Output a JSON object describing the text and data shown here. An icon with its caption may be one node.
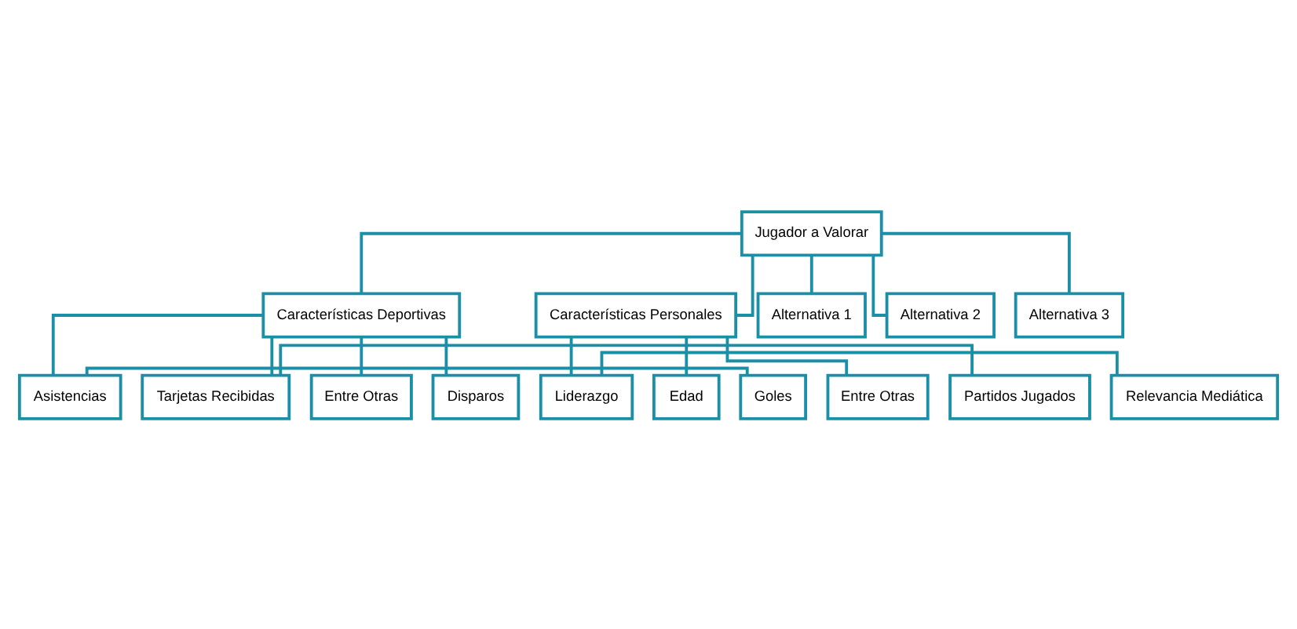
{
  "diagram": {
    "nodes": [
      {
        "text": [
          "Jugador a Valorar"
        ]
      },
      {
        "text": [
          "Características Deportivas"
        ]
      },
      {
        "text": [
          "Características Personales"
        ]
      },
      {
        "text": [
          "Goles"
        ]
      },
      {
        "text": [
          "Asistencias"
        ]
      },
      {
        "text": [
          "Entre Otras"
        ]
      },
      {
        "text": [
          "Edad"
        ]
      },
      {
        "text": [
          "Liderazgo"
        ]
      },
      {
        "text": [
          "Relevancia Mediática"
        ]
      },
      {
        "text": [
          "Partidos Jugados"
        ]
      },
      {
        "text": [
          "Tarjetas Recibidas"
        ]
      },
      {
        "text": [
          "Disparos"
        ]
      },
      {
        "text": [
          "Entre Otras"
        ]
      },
      {
        "text": [
          "Alternativa 1"
        ]
      },
      {
        "text": [
          "Alternativa 2"
        ]
      },
      {
        "text": [
          "Alternativa 3"
        ]
      }
    ],
    "edges": [
      {
        "from": 0,
        "to": 1,
        "arrow": "none"
      },
      {
        "from": 0,
        "to": 2,
        "arrow": "none"
      },
      {
        "from": 1,
        "to": 4,
        "arrow": "none"
      },
      {
        "from": 1,
        "to": 5,
        "arrow": "none"
      },
      {
        "from": 1,
        "to": 10,
        "arrow": "none"
      },
      {
        "from": 1,
        "to": 11,
        "arrow": "none"
      },
      {
        "from": 3,
        "to": 4,
        "arrow": "none"
      },
      {
        "from": 9,
        "to": 10,
        "arrow": "none"
      },
      {
        "from": 2,
        "to": 6,
        "arrow": "none"
      },
      {
        "from": 2,
        "to": 7,
        "arrow": "none"
      },
      {
        "from": 2,
        "to": 12,
        "arrow": "none"
      },
      {
        "from": 7,
        "to": 8,
        "arrow": "none"
      },
      {
        "from": 0,
        "to": 13,
        "arrow": "none"
      },
      {
        "from": 0,
        "to": 14,
        "arrow": "none"
      },
      {
        "from": 0,
        "to": 15,
        "arrow": "none"
      }
    ]
  }
}
